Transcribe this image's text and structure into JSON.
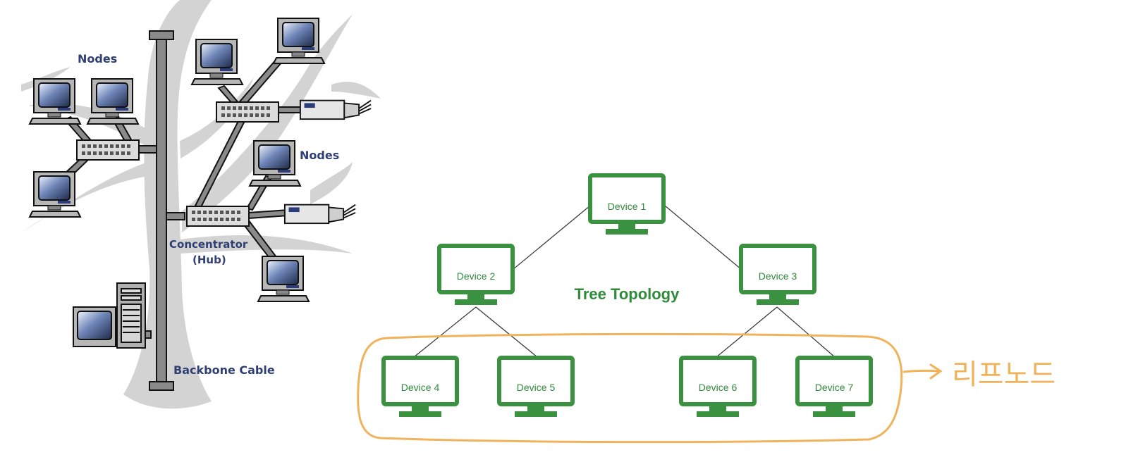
{
  "left_diagram": {
    "nodes_label_1": "Nodes",
    "nodes_label_2": "Nodes",
    "concentrator_label_line1": "Concentrator",
    "concentrator_label_line2": "(Hub)",
    "backbone_label": "Backbone Cable"
  },
  "right_diagram": {
    "title": "Tree Topology",
    "devices": [
      "Device 1",
      "Device 2",
      "Device 3",
      "Device 4",
      "Device 5",
      "Device 6",
      "Device 7"
    ],
    "leaf_annotation": "리프노드",
    "device_color": "#3a913f",
    "annotation_color": "#f0b35b"
  }
}
